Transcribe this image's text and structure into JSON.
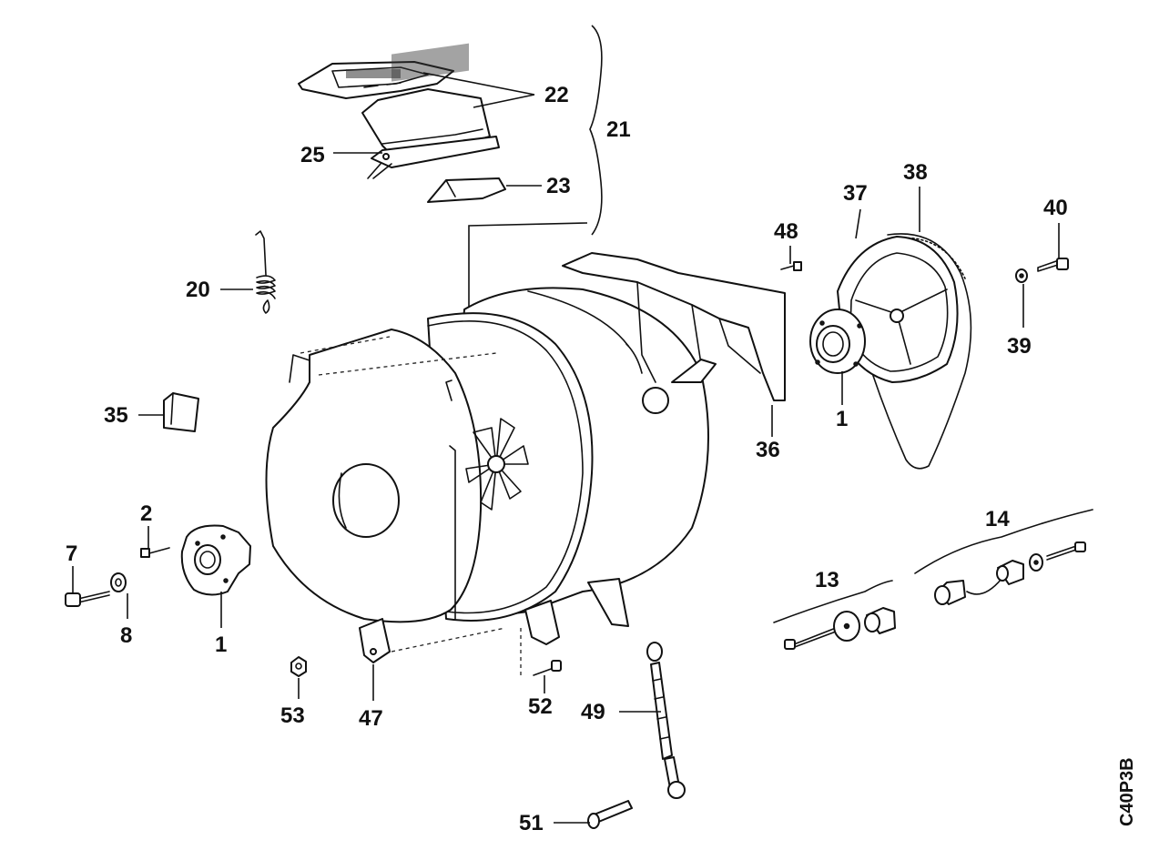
{
  "diagram": {
    "drawing_code": "C40P3B",
    "callouts": {
      "c1_left": "1",
      "c1_right": "1",
      "c2": "2",
      "c7": "7",
      "c8": "8",
      "c13": "13",
      "c14": "14",
      "c20": "20",
      "c21": "21",
      "c22": "22",
      "c23": "23",
      "c25": "25",
      "c35": "35",
      "c36": "36",
      "c37": "37",
      "c38": "38",
      "c39": "39",
      "c40": "40",
      "c47": "47",
      "c48": "48",
      "c49": "49",
      "c51": "51",
      "c52": "52",
      "c53": "53"
    }
  }
}
